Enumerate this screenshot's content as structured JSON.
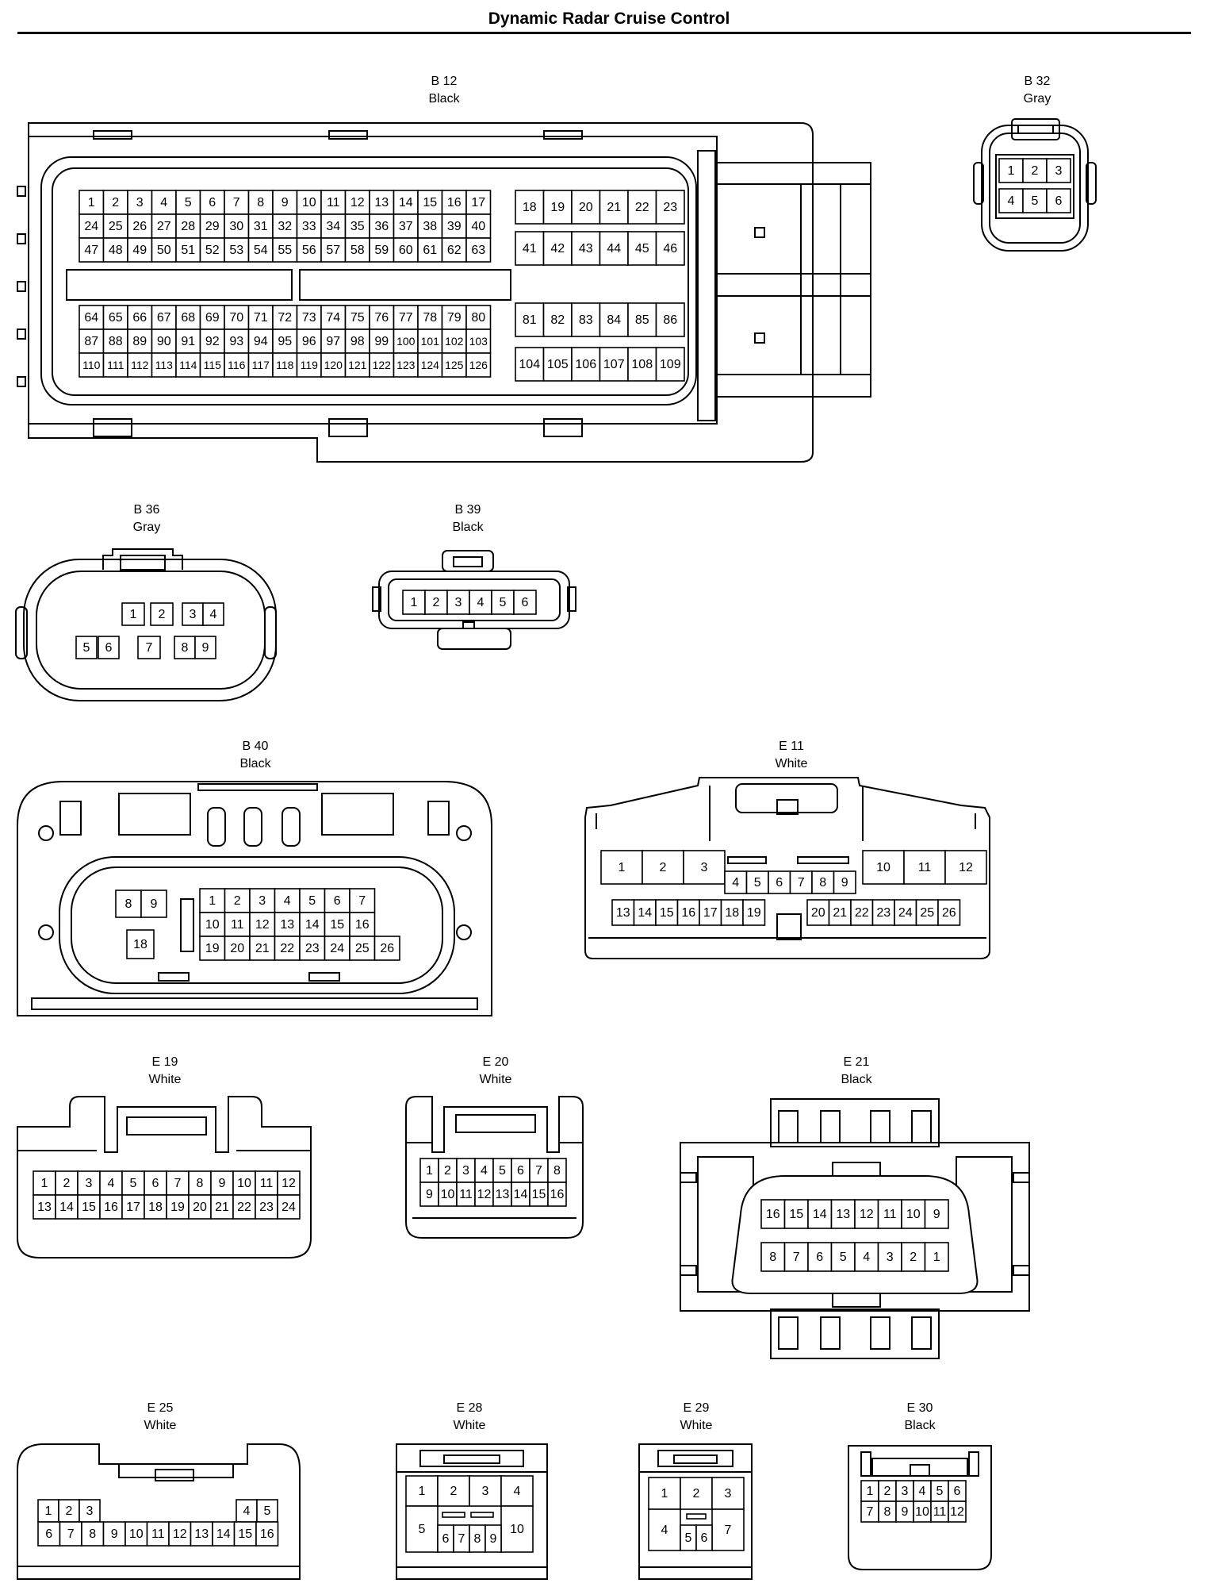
{
  "title": "Dynamic Radar Cruise Control",
  "connectors": {
    "b12": {
      "code": "B 12",
      "color": "Black"
    },
    "b32": {
      "code": "B 32",
      "color": "Gray"
    },
    "b36": {
      "code": "B 36",
      "color": "Gray"
    },
    "b39": {
      "code": "B 39",
      "color": "Black"
    },
    "b40": {
      "code": "B 40",
      "color": "Black"
    },
    "e11": {
      "code": "E 11",
      "color": "White"
    },
    "e19": {
      "code": "E 19",
      "color": "White"
    },
    "e20": {
      "code": "E 20",
      "color": "White"
    },
    "e21": {
      "code": "E 21",
      "color": "Black"
    },
    "e25": {
      "code": "E 25",
      "color": "White"
    },
    "e28": {
      "code": "E 28",
      "color": "White"
    },
    "e29": {
      "code": "E 29",
      "color": "White"
    },
    "e30": {
      "code": "E 30",
      "color": "Black"
    }
  }
}
